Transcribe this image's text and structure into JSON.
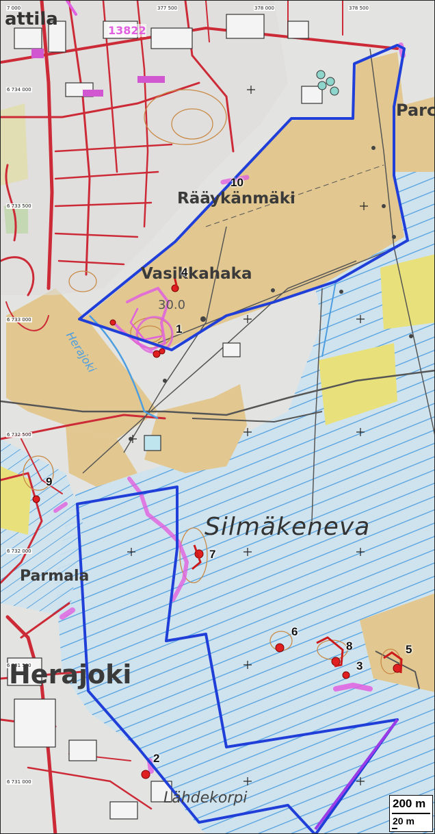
{
  "place_labels": {
    "attila": "attila",
    "raaykanmaki": "Rääykänmäki",
    "vasikkahaka": "Vasikkahaka",
    "silmakeneva": "Silmäkeneva",
    "parmala": "Parmala",
    "herajoki_town": "Herajoki",
    "herajoki_river": "Herajoki",
    "lahdekorpi": "Lähdekorpi",
    "parc": "Parc"
  },
  "road_number": "13822",
  "elevation_label": "30.0",
  "site_numbers": [
    "1",
    "2",
    "3",
    "4",
    "5",
    "6",
    "7",
    "8",
    "9",
    "10"
  ],
  "coordinates": {
    "x_top": [
      "7 000",
      "377 500",
      "378 000",
      "378 500"
    ],
    "y_left": [
      "6 734 000",
      "6 733 500",
      "6 733 000",
      "6 732 500",
      "6 732 000",
      "6 731 500",
      "6 731 000"
    ]
  },
  "scale": {
    "main": "200 m",
    "sub": "20 m"
  },
  "colors": {
    "field": "#e2c890",
    "field_yellow": "#e8e07a",
    "wetland": "#cfe3ee",
    "wetland_lines": "#4d9ee0",
    "roads": "#cc2a36",
    "boundary": "#1f3fd8",
    "pink": "#e060e0",
    "purple": "#9a3ce8"
  }
}
